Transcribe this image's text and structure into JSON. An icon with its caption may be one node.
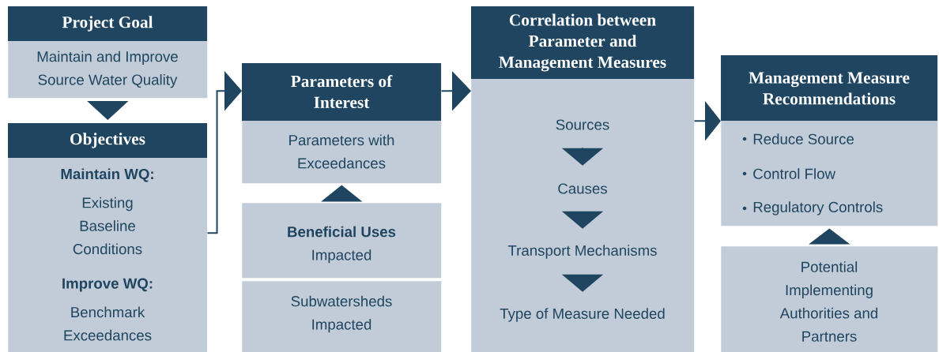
{
  "diagram": {
    "nodes": [
      {
        "text": [
          "Project Goal",
          "Maintain and Improve Source Water Quality"
        ]
      },
      {
        "text": [
          "Objectives",
          "Maintain WQ:",
          "Existing Baseline Conditions",
          "Improve WQ:",
          "Benchmark Exceedances"
        ]
      },
      {
        "text": [
          "Parameters of Interest",
          "Parameters with Exceedances"
        ]
      },
      {
        "text": [
          "**Beneficial Uses** Impacted"
        ]
      },
      {
        "text": [
          "Subwatersheds Impacted"
        ]
      },
      {
        "text": [
          "Correlation between Parameter and Management Measures"
        ]
      },
      {
        "text": [
          "Sources"
        ],
        "in": 5
      },
      {
        "text": [
          "Causes"
        ],
        "in": 5
      },
      {
        "text": [
          "Transport Mechanisms"
        ],
        "in": 5
      },
      {
        "text": [
          "Type of Measure Needed"
        ],
        "in": 5
      },
      {
        "text": [
          "Management Measure Recommendations",
          "Reduce Source",
          "Control Flow",
          "Regulatory Controls"
        ]
      },
      {
        "text": [
          "Potential Implementing Authorities and Partners"
        ]
      }
    ],
    "edges": [
      {
        "from": 0,
        "to": 1,
        "arrow": "to"
      },
      {
        "from": 1,
        "to": 2,
        "arrow": "to"
      },
      {
        "from": 3,
        "to": 2,
        "arrow": "to"
      },
      {
        "from": 2,
        "to": 5,
        "arrow": "to"
      },
      {
        "from": 6,
        "to": 7,
        "arrow": "to"
      },
      {
        "from": 7,
        "to": 8,
        "arrow": "to"
      },
      {
        "from": 8,
        "to": 9,
        "arrow": "to"
      },
      {
        "from": 5,
        "to": 10,
        "arrow": "to"
      },
      {
        "from": 11,
        "to": 10,
        "arrow": "to"
      }
    ]
  }
}
